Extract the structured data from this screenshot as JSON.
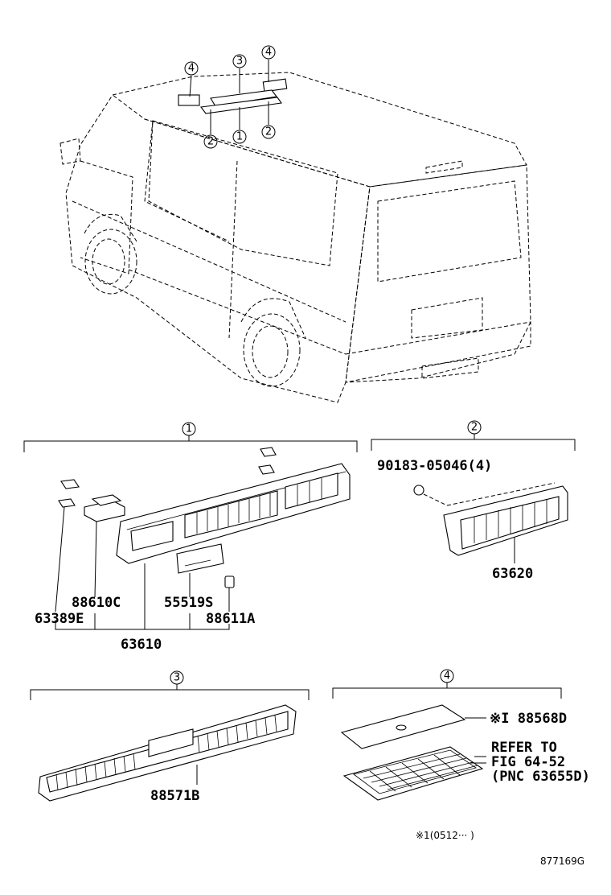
{
  "callouts": [
    "1",
    "2",
    "3",
    "4"
  ],
  "groups": {
    "g1": {
      "ref": "1",
      "parts": [
        "63389E",
        "88610C",
        "55519S",
        "88611A",
        "63610"
      ]
    },
    "g2": {
      "ref": "2",
      "parts": [
        "90183-05046(4)",
        "63620"
      ]
    },
    "g3": {
      "ref": "3",
      "parts": [
        "88571B"
      ]
    },
    "g4": {
      "ref": "4",
      "parts": [
        "※I 88568D"
      ],
      "note": [
        "REFER TO",
        "FIG 64-52",
        "(PNC 63655D)"
      ]
    }
  },
  "footnote": "※1(0512···   )",
  "figure_id": "877169G"
}
